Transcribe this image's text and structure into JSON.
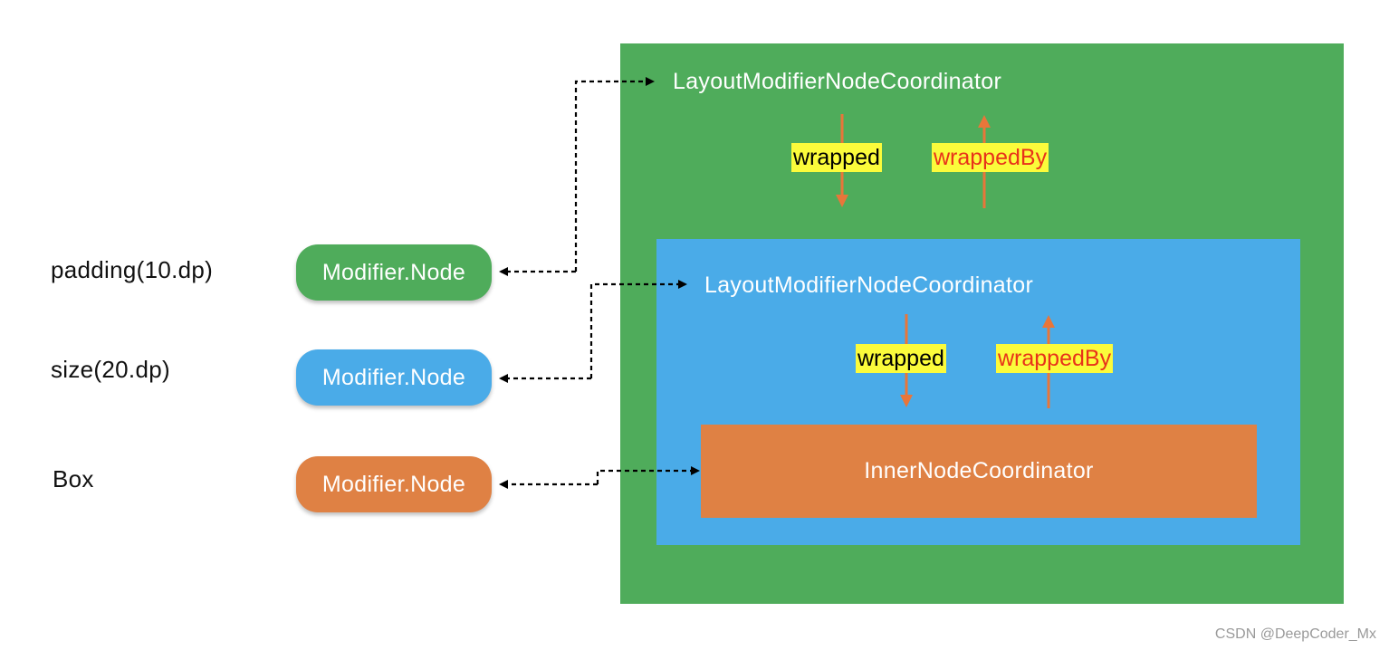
{
  "colors": {
    "green": "#4fac5b",
    "blue": "#4aabe8",
    "orange": "#df8144",
    "tag_bg": "#fbfb3b",
    "tag_red_text": "#e8321a",
    "arrow_orange": "#e8763a"
  },
  "left": {
    "rows": [
      {
        "label": "padding(10.dp)",
        "pill": "Modifier.Node",
        "color": "green"
      },
      {
        "label": "size(20.dp)",
        "pill": "Modifier.Node",
        "color": "blue"
      },
      {
        "label": "Box",
        "pill": "Modifier.Node",
        "color": "orange"
      }
    ]
  },
  "outer": {
    "title": "LayoutModifierNodeCoordinator",
    "wrapped": "wrapped",
    "wrappedBy": "wrappedBy"
  },
  "middle": {
    "title": "LayoutModifierNodeCoordinator",
    "wrapped": "wrapped",
    "wrappedBy": "wrappedBy"
  },
  "inner": {
    "title": "InnerNodeCoordinator"
  },
  "watermark": "CSDN @DeepCoder_Mx"
}
